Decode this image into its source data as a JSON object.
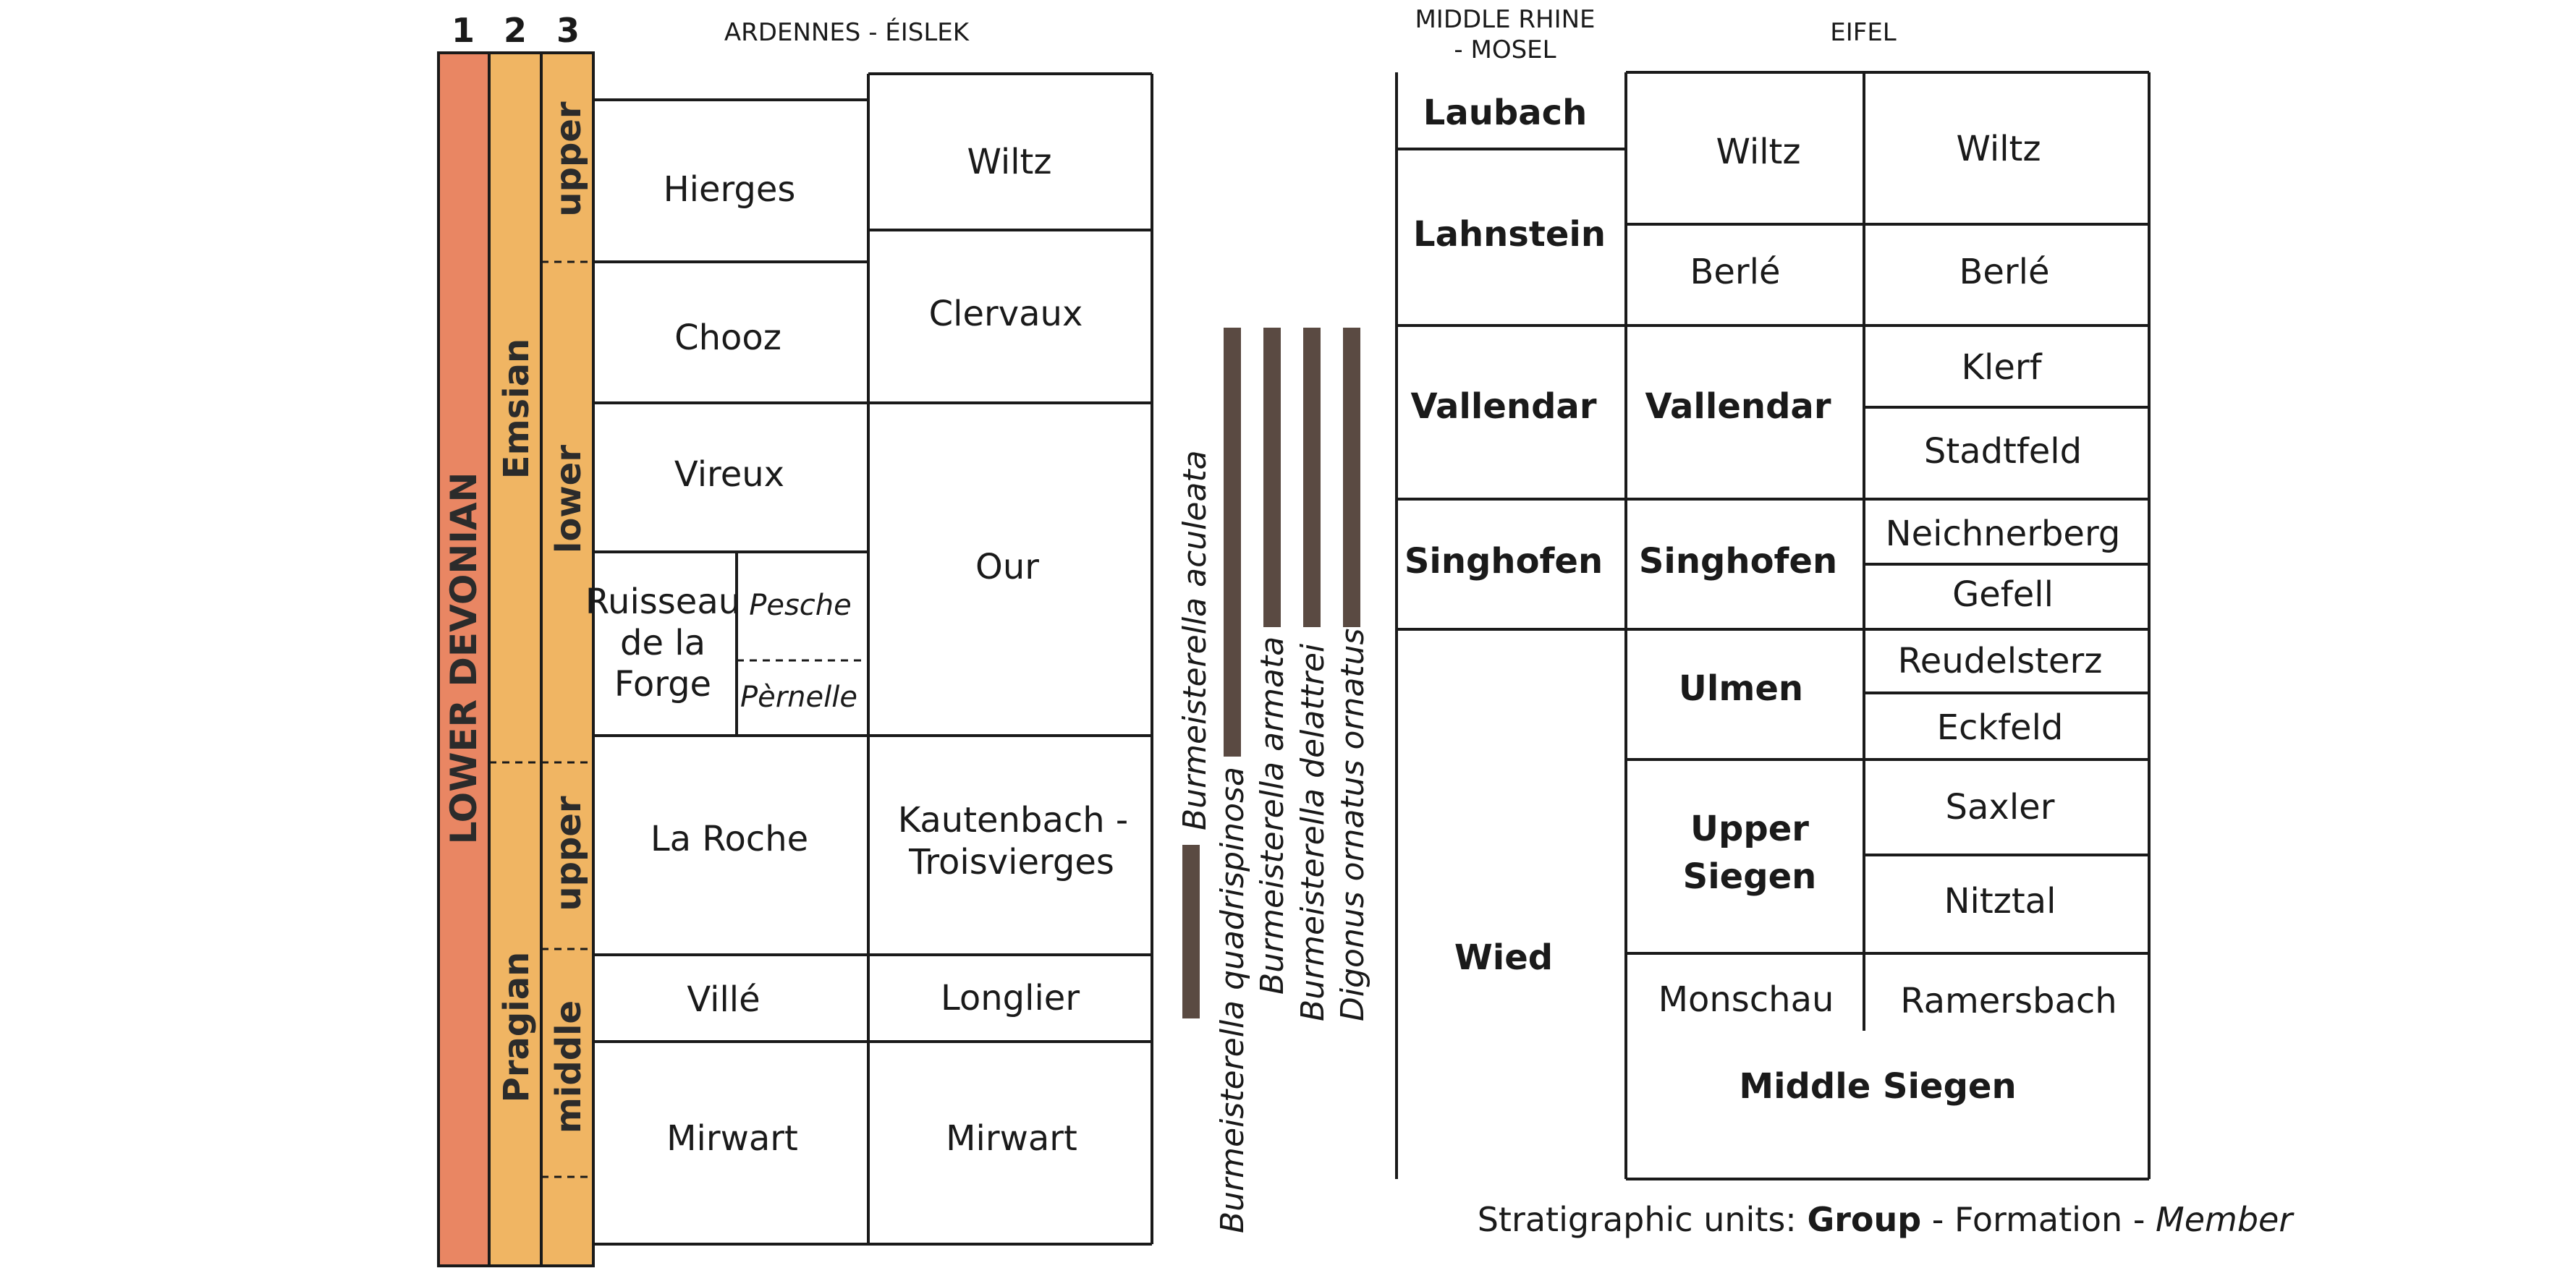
{
  "colors": {
    "strip1": "#e98663",
    "strip23": "#f0b563",
    "taxon_bar": "#5a4a42",
    "line": "#1a1a1a"
  },
  "column_numbers": [
    "1",
    "2",
    "3"
  ],
  "headers": {
    "ardennes": "ARDENNES - ÉISLEK",
    "rhine_1": "MIDDLE RHINE",
    "rhine_2": "- MOSEL",
    "eifel": "EIFEL"
  },
  "strips": {
    "period": "LOWER DEVONIAN",
    "stage_emsian": "Emsian",
    "stage_pragian": "Pragian",
    "sub_upper_1": "upper",
    "sub_lower": "lower",
    "sub_upper_2": "upper",
    "sub_middle": "middle"
  },
  "ardennes": {
    "hierges": "Hierges",
    "chooz": "Chooz",
    "vireux": "Vireux",
    "ruisseau": [
      "Ruisseau",
      "de la",
      "Forge"
    ],
    "pesche": "Pesche",
    "pernelle": "Pèrnelle",
    "la_roche": "La Roche",
    "ville": "Villé",
    "mirwart_1": "Mirwart",
    "wiltz": "Wiltz",
    "clervaux": "Clervaux",
    "our": "Our",
    "kautenbach": [
      "Kautenbach -",
      "Troisvierges"
    ],
    "longlier": "Longlier",
    "mirwart_2": "Mirwart"
  },
  "taxa": [
    "Burmeisterella aculeata",
    "Burmeisterella quadrispinosa",
    "Burmeisterella armata",
    "Burmeisterella delattrei",
    "Digonus ornatus ornatus"
  ],
  "rhine": {
    "laubach": "Laubach",
    "lahnstein": "Lahnstein",
    "vallendar": "Vallendar",
    "singhofen": "Singhofen",
    "wied": "Wied"
  },
  "eifel_groups": {
    "wiltz": "Wiltz",
    "berle": "Berlé",
    "vallendar": "Vallendar",
    "singhofen": "Singhofen",
    "ulmen": "Ulmen",
    "upper_siegen": [
      "Upper",
      "Siegen"
    ],
    "monschau": "Monschau",
    "middle_siegen": "Middle Siegen"
  },
  "eifel_formations": {
    "wiltz": "Wiltz",
    "berle": "Berlé",
    "klerf": "Klerf",
    "stadtfeld": "Stadtfeld",
    "neichnerberg": "Neichnerberg",
    "gefell": "Gefell",
    "reudelsterz": "Reudelsterz",
    "eckfeld": "Eckfeld",
    "saxler": "Saxler",
    "nitztal": "Nitztal",
    "ramersbach": "Ramersbach"
  },
  "legend": {
    "prefix": "Stratigraphic units: ",
    "group": "Group",
    "sep1": " - ",
    "formation": "Formation",
    "sep2": " - ",
    "member": "Member"
  }
}
